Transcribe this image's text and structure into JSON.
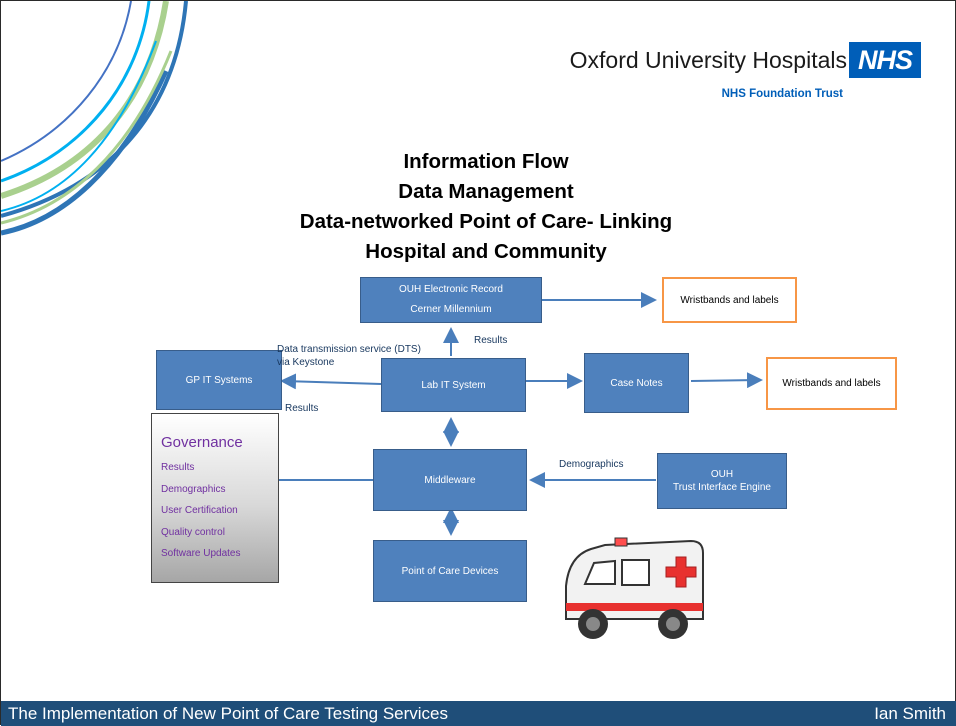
{
  "logo": {
    "name": "Oxford University Hospitals",
    "badge": "NHS",
    "subtitle": "NHS Foundation Trust"
  },
  "title": {
    "lines": [
      "Information Flow",
      "Data Management",
      "Data-networked Point of Care- Linking",
      "Hospital and Community"
    ]
  },
  "nodes": {
    "ouh_record": {
      "line1": "OUH Electronic Record",
      "line2": "Cerner Millennium"
    },
    "wristbands_1": "Wristbands and labels",
    "gp_it": "GP IT Systems",
    "lab_it": "Lab IT System",
    "case_notes": "Case Notes",
    "wristbands_2": "Wristbands and labels",
    "middleware": "Middleware",
    "tie": {
      "line1": "OUH",
      "line2": "Trust Interface Engine"
    },
    "poc_devices": "Point of Care Devices"
  },
  "labels": {
    "results_top": "Results",
    "dts_line1": "Data transmission service (DTS)",
    "dts_line2": "via Keystone",
    "results_gp": "Results",
    "demographics": "Demographics"
  },
  "governance": {
    "title": "Governance",
    "items": [
      "Results",
      "Demographics",
      "User Certification",
      "Quality control",
      "Software Updates"
    ]
  },
  "footer": {
    "left": "The Implementation of New Point of Care Testing Services",
    "right": "Ian Smith"
  },
  "colors": {
    "box_fill": "#4f81bd",
    "accent_box": "#f79646",
    "nhs_blue": "#005eb8",
    "governance_text": "#7030a0",
    "footer_bg": "#1f4e79"
  }
}
